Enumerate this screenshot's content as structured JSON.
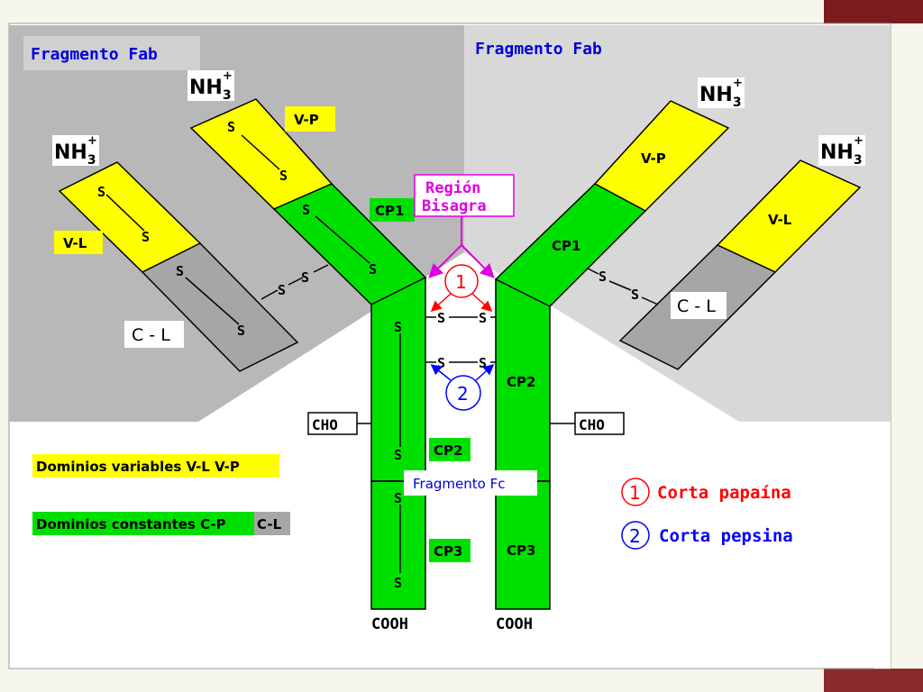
{
  "fab_left_title": "Fragmento Fab",
  "fab_right_title": "Fragmento Fab",
  "nh3": "NH",
  "nh3_sub": "3",
  "nh3_sup": "+",
  "vp": "V-P",
  "vl": "V-L",
  "cl": "C - L",
  "cp1": "CP1",
  "cp2": "CP2",
  "cp3": "CP3",
  "s": "S",
  "hinge_line1": "Región",
  "hinge_line2": "Bisagra",
  "cut1_num": "1",
  "cut2_num": "2",
  "cho": "CHO",
  "cooh": "COOH",
  "fc_label": "Fragmento Fc",
  "legend_variable": "Dominios variables  V-L V-P",
  "legend_constant": "Dominios constantes C-P",
  "legend_constant_cl": "C-L",
  "cut1_text": "Corta papaína",
  "cut2_text": "Corta pepsina",
  "colors": {
    "variable": "#ffff00",
    "constant": "#00e000",
    "light_constant": "#a6a6a6",
    "papain": "#ff0000",
    "pepsin": "#0000ff",
    "hinge": "#e000e0",
    "fab_title": "#0000d8"
  }
}
